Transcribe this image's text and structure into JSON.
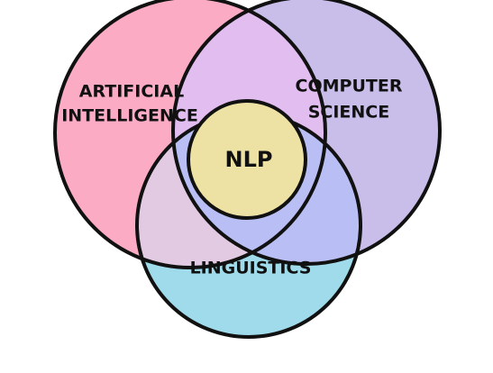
{
  "diagram": {
    "sets": {
      "ai": {
        "label_line1": "ARTIFICIAL",
        "label_line2": "INTELLIGENCE",
        "color": "#fbabc4"
      },
      "cs": {
        "label_line1": "COMPUTER",
        "label_line2": "SCIENCE",
        "color": "#c8bee9"
      },
      "ling": {
        "label": "LINGUISTICS",
        "color": "#9fdbea"
      }
    },
    "overlaps": {
      "ai_cs": "#e2bdf0",
      "ai_ling": "#e2cbe2",
      "cs_ling": "#b9bff4"
    },
    "center": {
      "label": "NLP",
      "color": "#ede2a4"
    },
    "outline_color": "#111111"
  }
}
